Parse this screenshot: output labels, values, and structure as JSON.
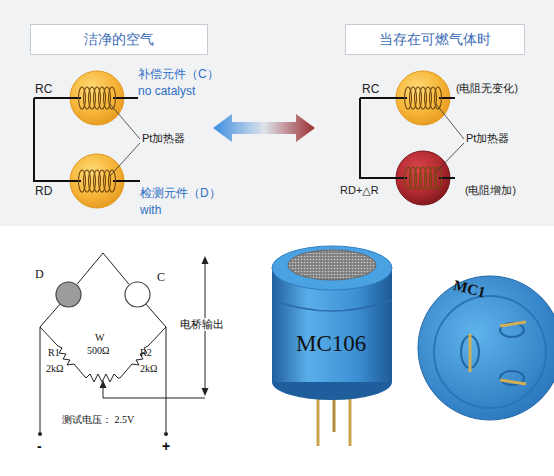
{
  "diagram": {
    "nodes": [
      {
        "text": [
          "洁净的空气"
        ]
      },
      {
        "text": [
          "当存在可燃气体时"
        ]
      },
      {
        "text": [
          "D"
        ]
      },
      {
        "text": [
          "C"
        ]
      }
    ],
    "edges": [
      {
        "from": 2,
        "to": 3,
        "arrow": "none"
      }
    ],
    "labels": [
      "RC",
      "补偿元件（C）",
      "no catalyst",
      "Pt加热器",
      "RD",
      "检测元件（D）",
      "with",
      "RC",
      "(电阻无变化)",
      "Pt加热器",
      "RD+△R",
      "(电阻增加)",
      "R1",
      "2kΩ",
      "W",
      "500Ω",
      "R2",
      "2kΩ",
      "电桥输出",
      "测试电压： 2.5V",
      "-",
      "+",
      "MC106",
      "MC1"
    ]
  }
}
